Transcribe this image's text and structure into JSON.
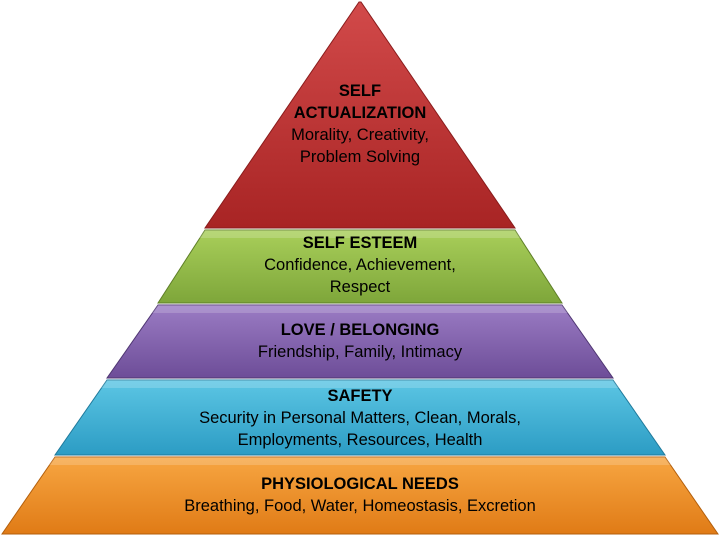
{
  "tiers": [
    {
      "title_lines": [
        "SELF",
        "ACTUALIZATION"
      ],
      "desc_lines": [
        "Morality, Creativity,",
        "Problem Solving"
      ],
      "color_top": "#d24a4a",
      "color_bottom": "#a82424",
      "side_color": "#8a1c1c"
    },
    {
      "title_lines": [
        "SELF ESTEEM"
      ],
      "desc_lines": [
        "Confidence, Achievement,",
        "Respect"
      ],
      "color_top": "#a9cf5a",
      "color_bottom": "#7ea63a",
      "side_color": "#5e7f27"
    },
    {
      "title_lines": [
        "LOVE / BELONGING"
      ],
      "desc_lines": [
        "Friendship, Family, Intimacy"
      ],
      "color_top": "#9b7cc4",
      "color_bottom": "#6d4d98",
      "side_color": "#4f3672"
    },
    {
      "title_lines": [
        "SAFETY"
      ],
      "desc_lines": [
        "Security in Personal Matters, Clean, Morals,",
        "Employments, Resources, Health"
      ],
      "color_top": "#5cc6e4",
      "color_bottom": "#2c9cc4",
      "side_color": "#1f7a9c"
    },
    {
      "title_lines": [
        "PHYSIOLOGICAL NEEDS"
      ],
      "desc_lines": [
        "Breathing, Food, Water, Homeostasis, Excretion"
      ],
      "color_top": "#f7a642",
      "color_bottom": "#e07b16",
      "side_color": "#b35f0c"
    }
  ]
}
